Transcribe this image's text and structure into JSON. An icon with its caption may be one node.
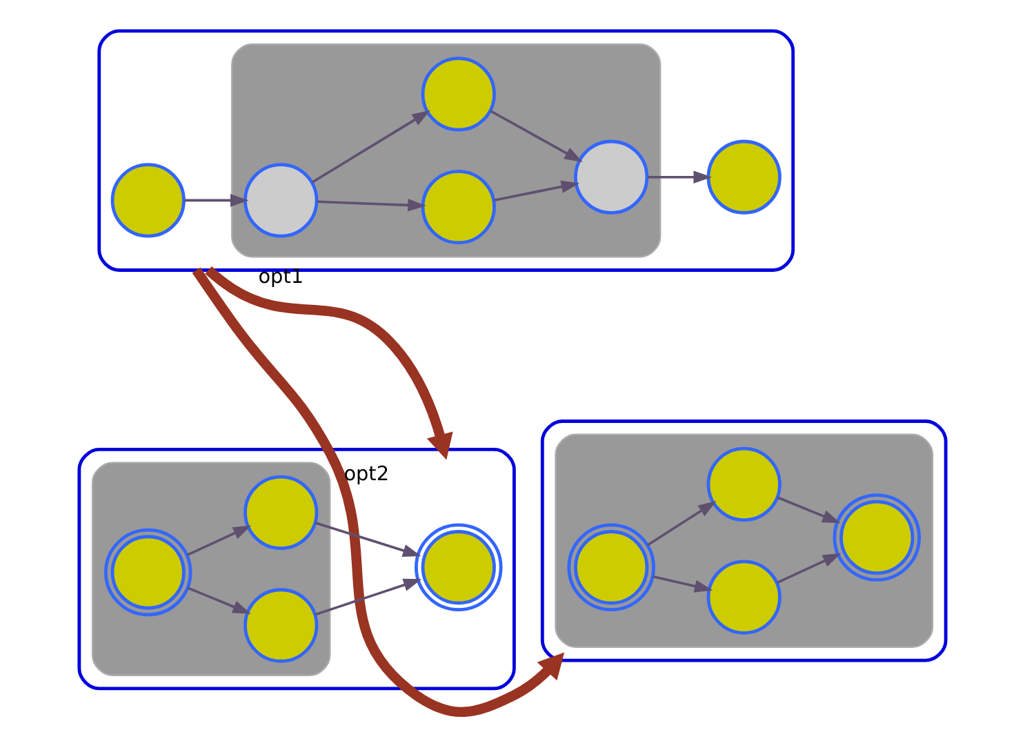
{
  "diagram": {
    "nodes": [
      {
        "text": [],
        "shape": "box"
      },
      {
        "text": [],
        "shape": "circle",
        "in": 0
      },
      {
        "text": [],
        "shape": "box",
        "in": 0
      },
      {
        "text": [],
        "shape": "circle",
        "in": 2
      },
      {
        "text": [],
        "shape": "circle",
        "in": 2
      },
      {
        "text": [],
        "shape": "circle",
        "in": 2
      },
      {
        "text": [],
        "shape": "circle",
        "in": 2
      },
      {
        "text": [],
        "shape": "circle",
        "in": 0
      },
      {
        "text": [],
        "shape": "box"
      },
      {
        "text": [],
        "shape": "box",
        "in": 8
      },
      {
        "text": [],
        "shape": "circle",
        "in": 9
      },
      {
        "text": [],
        "shape": "circle",
        "in": 9
      },
      {
        "text": [],
        "shape": "circle",
        "in": 9
      },
      {
        "text": [],
        "shape": "circle",
        "in": 8
      },
      {
        "text": [],
        "shape": "box"
      },
      {
        "text": [],
        "shape": "box",
        "in": 14
      },
      {
        "text": [],
        "shape": "circle",
        "in": 15
      },
      {
        "text": [],
        "shape": "circle",
        "in": 15
      },
      {
        "text": [],
        "shape": "circle",
        "in": 15
      },
      {
        "text": [],
        "shape": "circle",
        "in": 15
      }
    ],
    "edges": [
      {
        "from": 1,
        "to": 3,
        "arrow": "to"
      },
      {
        "from": 3,
        "to": 4,
        "arrow": "to"
      },
      {
        "from": 3,
        "to": 5,
        "arrow": "to"
      },
      {
        "from": 4,
        "to": 6,
        "arrow": "to"
      },
      {
        "from": 5,
        "to": 6,
        "arrow": "to"
      },
      {
        "from": 6,
        "to": 7,
        "arrow": "to"
      },
      {
        "from": 0,
        "to": 8,
        "arrow": "to",
        "label": "opt1",
        "style": "thick",
        "color": "#993322"
      },
      {
        "from": 0,
        "to": 14,
        "arrow": "to",
        "label": "opt2",
        "style": "thick",
        "color": "#993322"
      },
      {
        "from": 10,
        "to": 11,
        "arrow": "to"
      },
      {
        "from": 10,
        "to": 12,
        "arrow": "to"
      },
      {
        "from": 11,
        "to": 13,
        "arrow": "to"
      },
      {
        "from": 12,
        "to": 13,
        "arrow": "to"
      },
      {
        "from": 16,
        "to": 17,
        "arrow": "to"
      },
      {
        "from": 16,
        "to": 18,
        "arrow": "to"
      },
      {
        "from": 17,
        "to": 19,
        "arrow": "to"
      },
      {
        "from": 18,
        "to": 19,
        "arrow": "to"
      }
    ]
  }
}
